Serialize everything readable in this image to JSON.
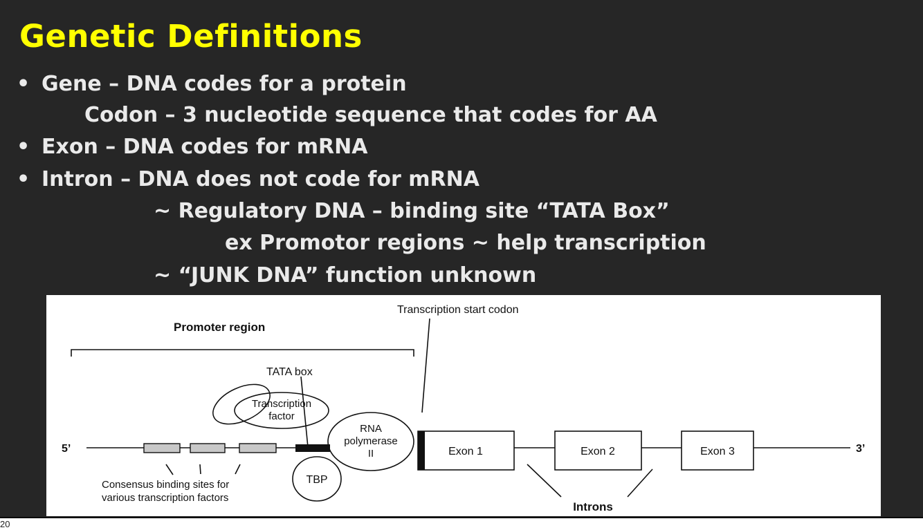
{
  "slide": {
    "title": "Genetic Definitions",
    "bullets": {
      "gene": "Gene – DNA codes for a protein",
      "codon": "Codon – 3 nucleotide sequence that codes for AA",
      "exon": "Exon – DNA  codes for mRNA",
      "intron": "Intron –  DNA does not code for mRNA",
      "regulatory": "~ Regulatory DNA – binding site “TATA Box”",
      "promotor": "ex Promotor regions ~ help transcription",
      "junk": "~ “JUNK DNA” function unknown"
    },
    "bullet_glyph": "•",
    "slide_number": "20"
  },
  "figure": {
    "promoter_region": "Promoter region",
    "transcription_start": "Transcription start codon",
    "tata_box": "TATA box",
    "transcription_factor_line1": "Transcription",
    "transcription_factor_line2": "factor",
    "rna_pol_line1": "RNA",
    "rna_pol_line2": "polymerase",
    "rna_pol_line3": "II",
    "tbp": "TBP",
    "five_prime": "5’",
    "three_prime": "3’",
    "exon1": "Exon 1",
    "exon2": "Exon 2",
    "exon3": "Exon 3",
    "introns": "Introns",
    "consensus_line1": "Consensus binding sites for",
    "consensus_line2": "various transcription factors"
  },
  "colors": {
    "background": "#262626",
    "title": "#ffff00",
    "body_text": "#eaeaea"
  }
}
